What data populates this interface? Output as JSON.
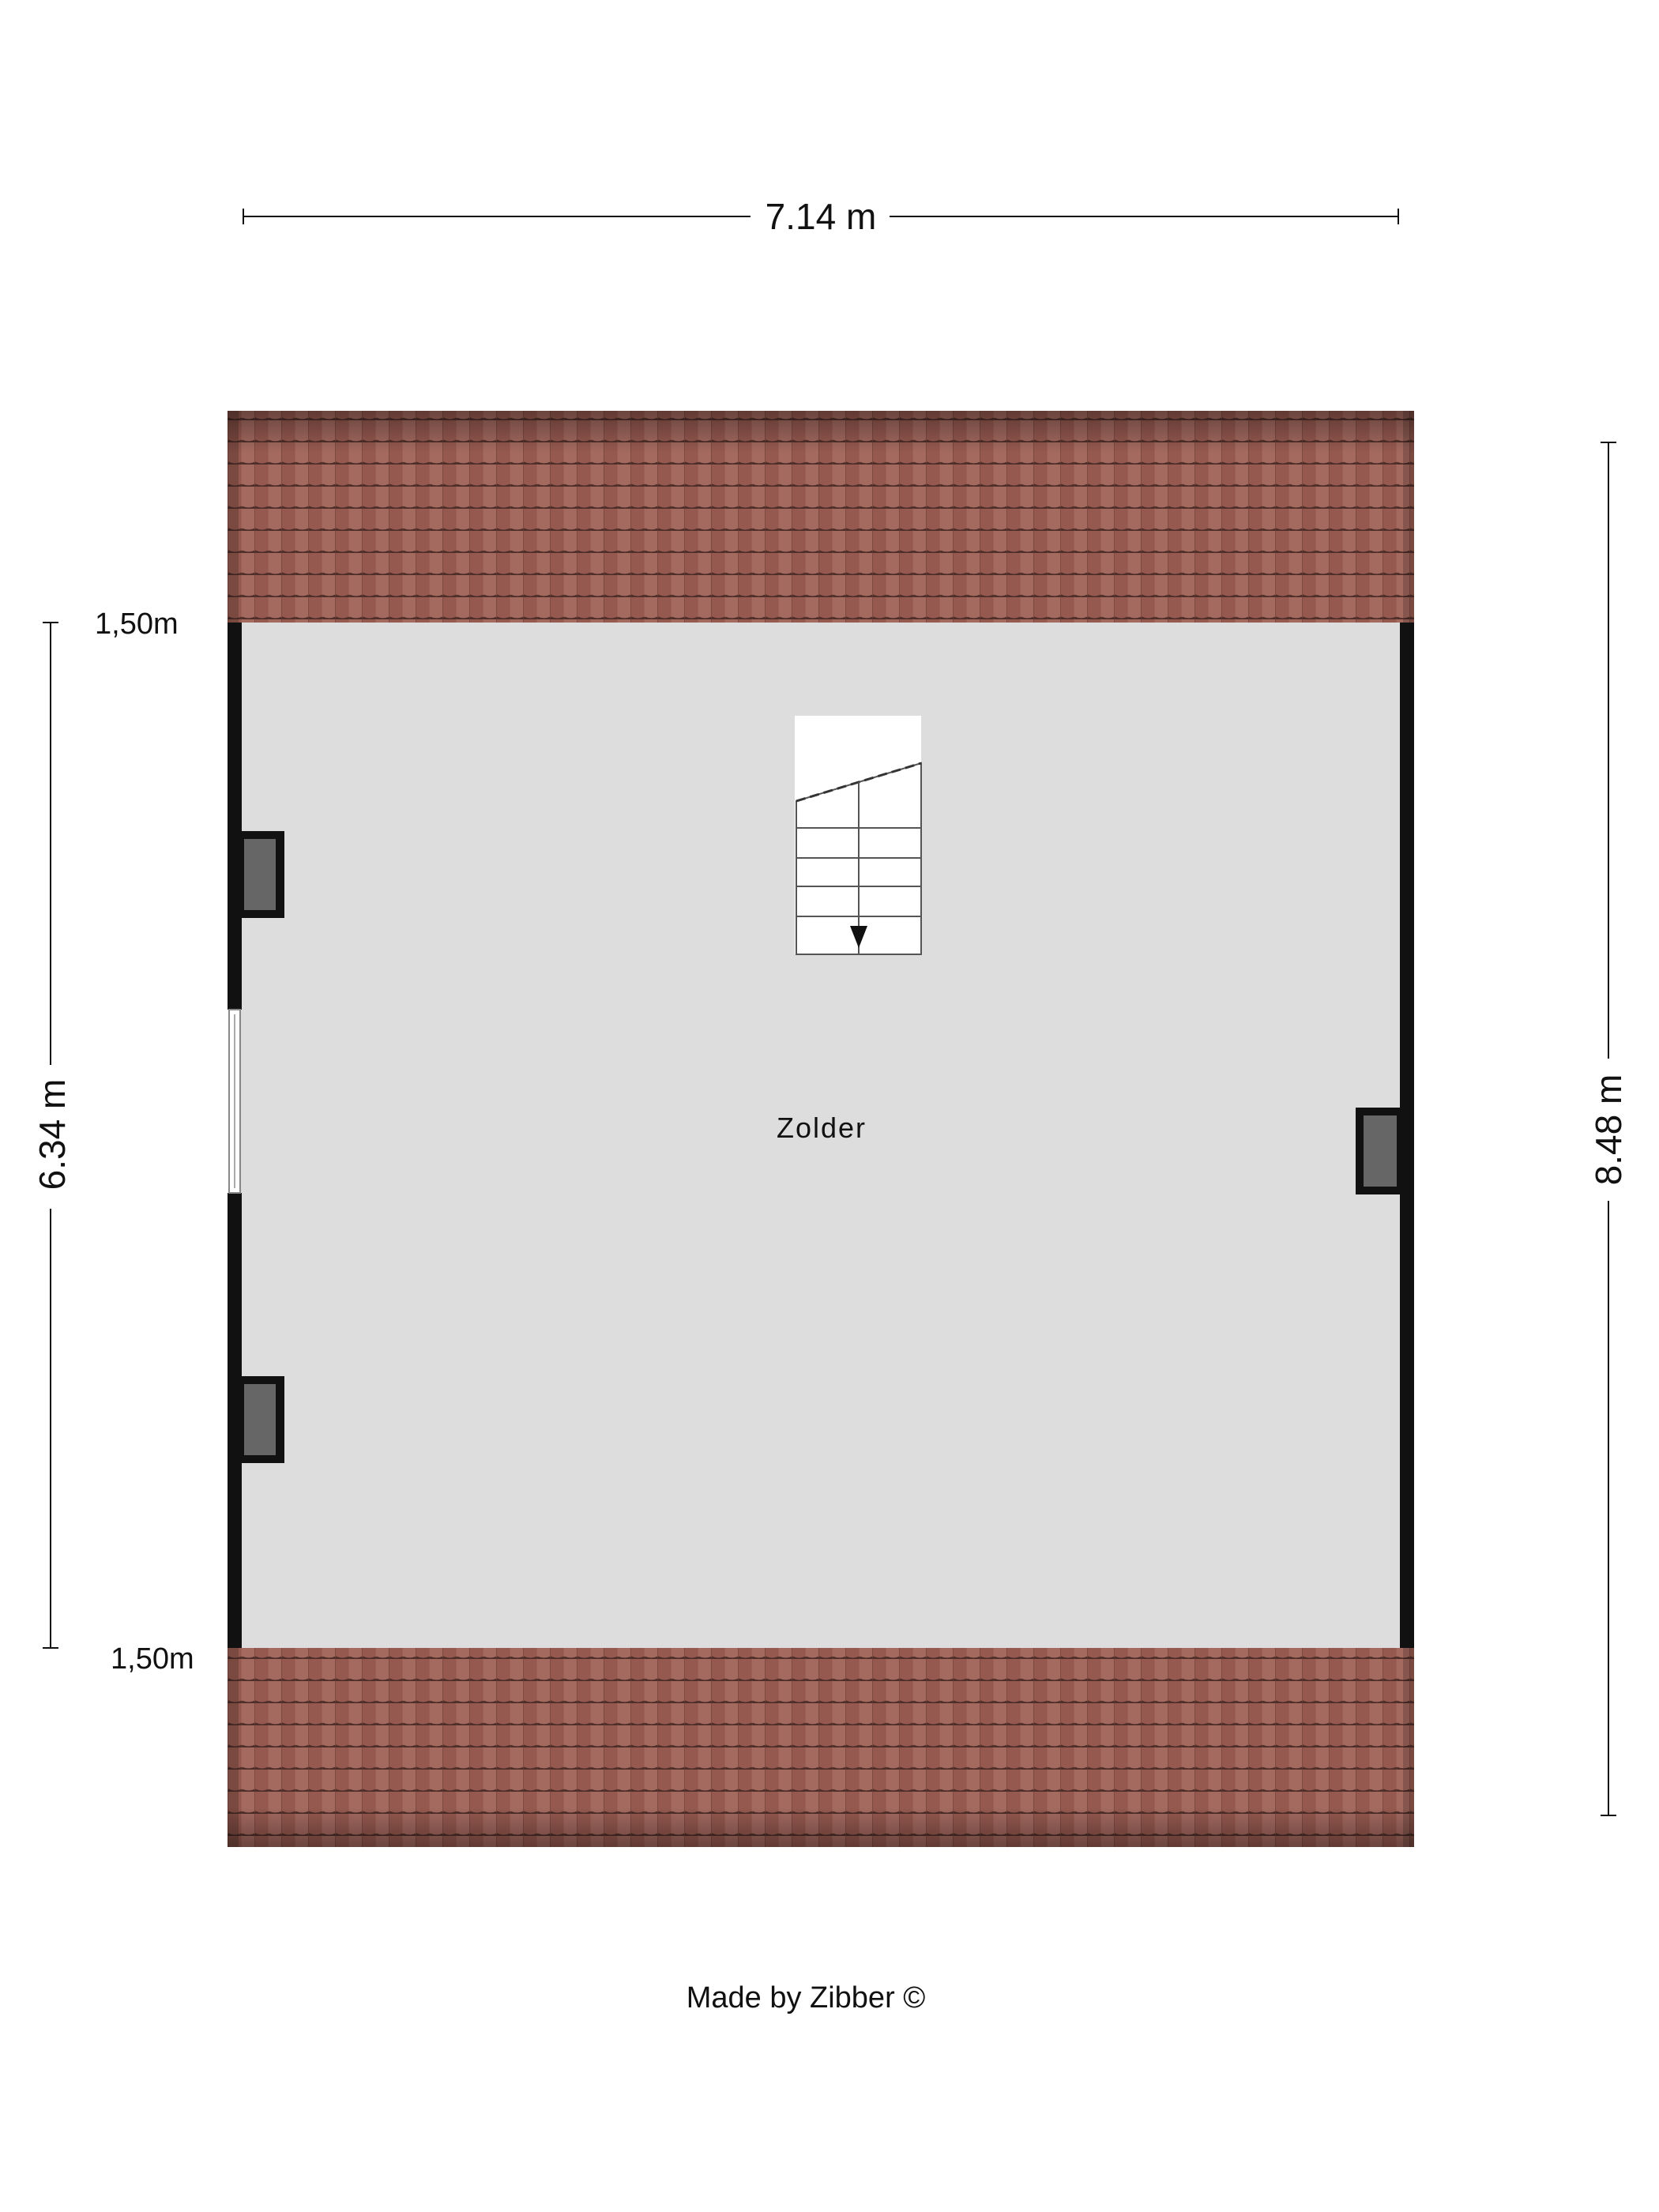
{
  "dimensions": {
    "width_label": "7.14 m",
    "height_label": "8.48 m",
    "inner_height_label": "6.34 m",
    "knee_top_label": "1,50m",
    "knee_bottom_label": "1,50m"
  },
  "room": {
    "name": "Zolder"
  },
  "credit": "Made by Zibber ©",
  "colors": {
    "roof_tile": "#9c5f55",
    "roof_tile_dark": "#5e3a34",
    "floor": "#dddddd",
    "wall": "#111111",
    "skylight": "#666666"
  },
  "icons": {
    "stair": "stair-down-icon",
    "skylight": "roof-window-icon"
  }
}
